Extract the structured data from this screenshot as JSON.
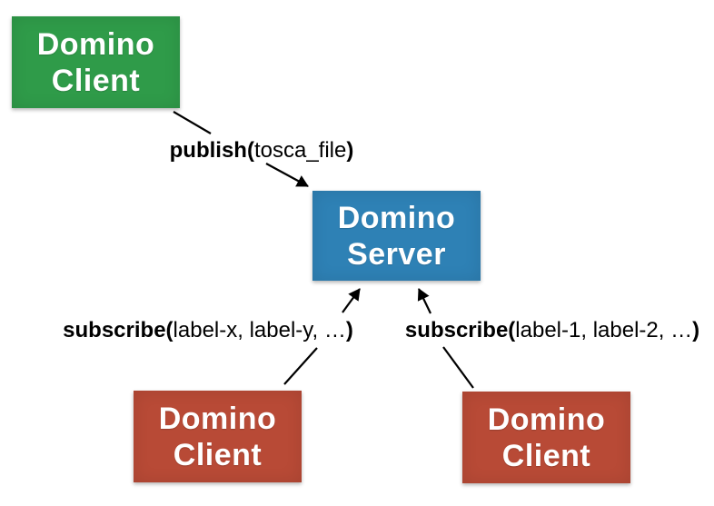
{
  "diagram": {
    "title_implicit": "Domino publish/subscribe architecture",
    "nodes": {
      "publisher_client": {
        "line1": "Domino",
        "line2": "Client",
        "color": "#2f9b49"
      },
      "server": {
        "line1": "Domino",
        "line2": "Server",
        "color": "#2e81b5"
      },
      "subscriber_client_left": {
        "line1": "Domino",
        "line2": "Client",
        "color": "#b84a36"
      },
      "subscriber_client_right": {
        "line1": "Domino",
        "line2": "Client",
        "color": "#b84a36"
      }
    },
    "edges": {
      "publish": {
        "call": "publish(",
        "args": "tosca_file",
        "close": ")"
      },
      "subscribe_left": {
        "call": "subscribe(",
        "args": "label-x, label-y, …",
        "close": ")"
      },
      "subscribe_right": {
        "call": "subscribe(",
        "args": "label-1, label-2, …",
        "close": ")"
      }
    },
    "colors": {
      "background": "#ffffff",
      "arrow": "#000000",
      "node_text": "#ffffff"
    }
  }
}
